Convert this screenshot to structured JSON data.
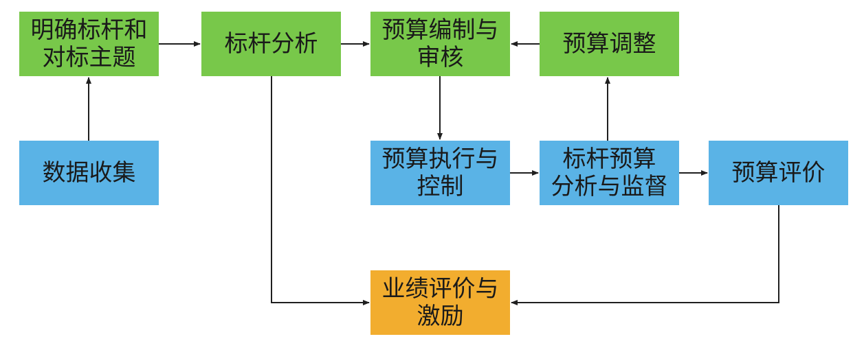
{
  "colors": {
    "green": "#78c84a",
    "blue": "#5ab3e6",
    "orange": "#f2ad2f",
    "edge": "#1f1f1f"
  },
  "nodes": {
    "define_benchmark": {
      "label": "明确标杆和\n对标主题",
      "color": "green"
    },
    "benchmark_analysis": {
      "label": "标杆分析",
      "color": "green"
    },
    "budget_compile": {
      "label": "预算编制与\n审核",
      "color": "green"
    },
    "budget_adjust": {
      "label": "预算调整",
      "color": "green"
    },
    "data_collection": {
      "label": "数据收集",
      "color": "blue"
    },
    "budget_execution": {
      "label": "预算执行与\n控制",
      "color": "blue"
    },
    "benchmark_monitor": {
      "label": "标杆预算\n分析与监督",
      "color": "blue"
    },
    "budget_evaluation": {
      "label": "预算评价",
      "color": "blue"
    },
    "performance_incentive": {
      "label": "业绩评价与\n激励",
      "color": "orange"
    }
  },
  "edges": [
    {
      "from": "data_collection",
      "to": "define_benchmark"
    },
    {
      "from": "define_benchmark",
      "to": "benchmark_analysis"
    },
    {
      "from": "benchmark_analysis",
      "to": "budget_compile"
    },
    {
      "from": "budget_adjust",
      "to": "budget_compile"
    },
    {
      "from": "budget_compile",
      "to": "budget_execution"
    },
    {
      "from": "budget_execution",
      "to": "benchmark_monitor"
    },
    {
      "from": "benchmark_monitor",
      "to": "budget_adjust"
    },
    {
      "from": "benchmark_monitor",
      "to": "budget_evaluation"
    },
    {
      "from": "benchmark_analysis",
      "to": "performance_incentive"
    },
    {
      "from": "budget_evaluation",
      "to": "performance_incentive"
    }
  ]
}
